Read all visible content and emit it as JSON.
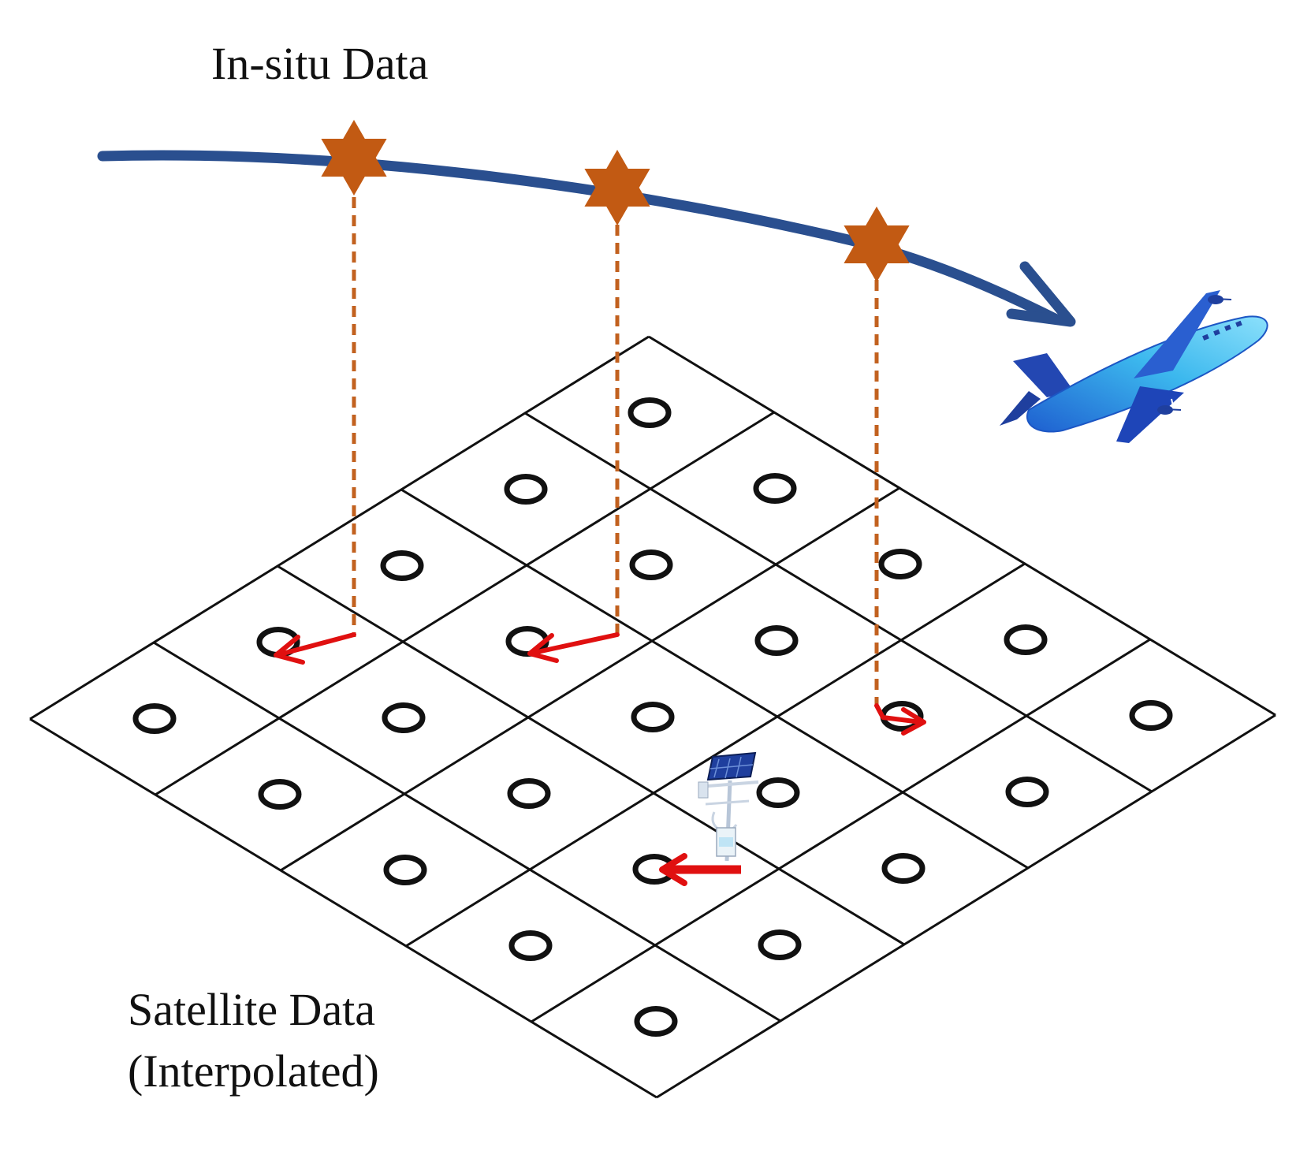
{
  "labels": {
    "in_situ": "In-situ Data",
    "satellite_line1": "Satellite Data",
    "satellite_line2": "(Interpolated)"
  },
  "icons": {
    "measurement_point": "star-of-david-icon",
    "aircraft": "airplane-icon",
    "ground_station": "weather-station-icon",
    "grid_node": "circle-icon"
  },
  "colors": {
    "flight_path": "#2a4f8f",
    "star": "#c25a13",
    "dashed_line": "#c2611f",
    "offset_arrow": "#e01010",
    "grid": "#111111",
    "aircraft_body": "#35b6ea",
    "aircraft_dark": "#1f3f9e"
  },
  "grid": {
    "rows": 5,
    "cols": 5
  }
}
